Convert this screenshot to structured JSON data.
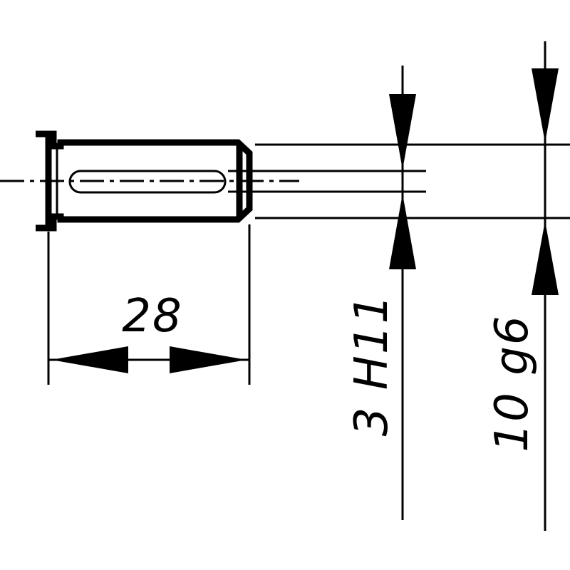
{
  "drawing": {
    "dimensions": {
      "length": "28",
      "slot_width": "3 H11",
      "shaft_diameter": "10 g6"
    }
  }
}
